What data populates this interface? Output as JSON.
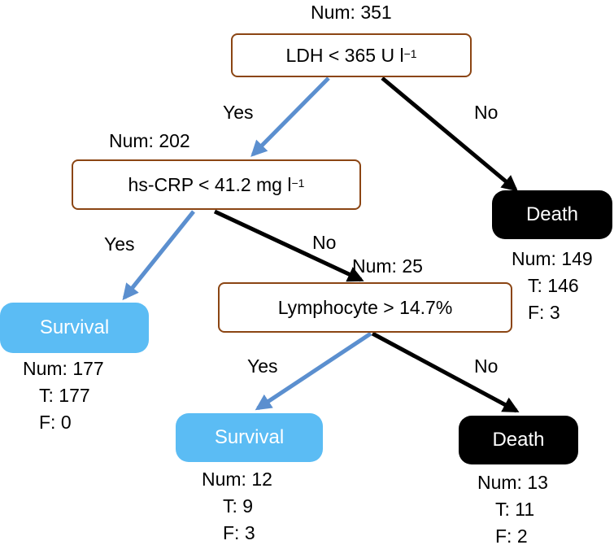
{
  "colors": {
    "yes_edge": "#5b8fcf",
    "no_edge": "#000000",
    "decision_border": "#8b4513",
    "survival_fill": "#5bbcf4",
    "death_fill": "#000000"
  },
  "nodes": {
    "root": {
      "num": "Num: 351",
      "label_main": "LDH < 365 U l",
      "label_sup": "−1"
    },
    "crp": {
      "num": "Num: 202",
      "label_main": "hs-CRP < 41.2 mg l",
      "label_sup": "−1"
    },
    "lymph": {
      "num": "Num: 25",
      "label": "Lymphocyte > 14.7%"
    },
    "death_root": {
      "label": "Death",
      "num": "Num: 149",
      "t": "T: 146",
      "f": "F: 3"
    },
    "survival_crp": {
      "label": "Survival",
      "num": "Num: 177",
      "t": "T: 177",
      "f": "F: 0"
    },
    "survival_lymph": {
      "label": "Survival",
      "num": "Num: 12",
      "t": "T: 9",
      "f": "F: 3"
    },
    "death_lymph": {
      "label": "Death",
      "num": "Num: 13",
      "t": "T: 11",
      "f": "F: 2"
    }
  },
  "edges": {
    "root_yes": "Yes",
    "root_no": "No",
    "crp_yes": "Yes",
    "crp_no": "No",
    "lymph_yes": "Yes",
    "lymph_no": "No"
  }
}
